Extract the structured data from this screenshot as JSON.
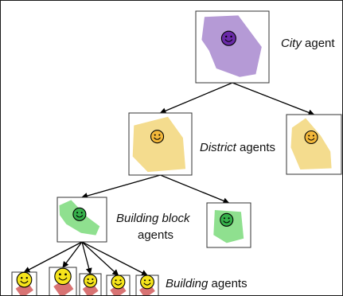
{
  "labels": {
    "city": {
      "italic": "City",
      "rest": " agent"
    },
    "district": {
      "italic": "District",
      "rest": " agents"
    },
    "block_line1": {
      "italic": "Building block",
      "rest": ""
    },
    "block_line2": {
      "italic": "",
      "rest": "agents"
    },
    "building": {
      "italic": "Building",
      "rest": " agents"
    }
  },
  "colors": {
    "city": "#b59ad6",
    "district": "#f4dc8e",
    "block": "#8fe08f",
    "building": "#d87373",
    "smiley_city": "#6a2aa8",
    "smiley_district": "#f3b83a",
    "smiley_block": "#35b04a",
    "smiley_building": "#f5e41c"
  },
  "nodes": [
    {
      "id": "city",
      "level": "city"
    },
    {
      "id": "district-1",
      "level": "district"
    },
    {
      "id": "district-2",
      "level": "district"
    },
    {
      "id": "block-1",
      "level": "block"
    },
    {
      "id": "block-2",
      "level": "block"
    },
    {
      "id": "building-1",
      "level": "building"
    },
    {
      "id": "building-2",
      "level": "building"
    },
    {
      "id": "building-3",
      "level": "building"
    },
    {
      "id": "building-4",
      "level": "building"
    },
    {
      "id": "building-5",
      "level": "building"
    }
  ],
  "edges": [
    [
      "city",
      "district-1"
    ],
    [
      "city",
      "district-2"
    ],
    [
      "district-1",
      "block-1"
    ],
    [
      "district-1",
      "block-2"
    ],
    [
      "block-1",
      "building-1"
    ],
    [
      "block-1",
      "building-2"
    ],
    [
      "block-1",
      "building-3"
    ],
    [
      "block-1",
      "building-4"
    ],
    [
      "block-1",
      "building-5"
    ]
  ]
}
